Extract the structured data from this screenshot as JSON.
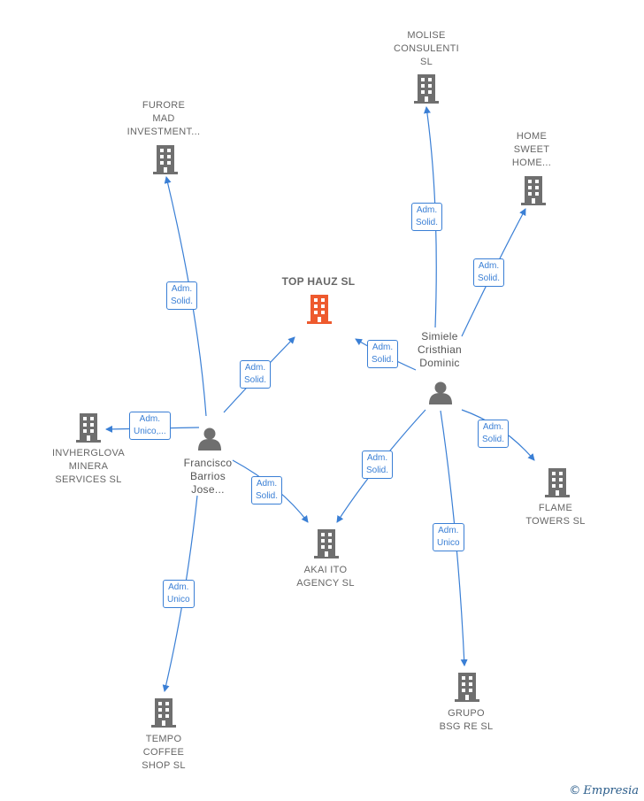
{
  "colors": {
    "edge": "#3a7fd5",
    "company": "#6f6f6f",
    "main_company": "#ee5a2e",
    "person": "#6f6f6f"
  },
  "nodes": {
    "top_hauz": {
      "label": "TOP HAUZ  SL"
    },
    "molise": {
      "label": "MOLISE\nCONSULENTI\nSL"
    },
    "furore": {
      "label": "FURORE\nMAD\nINVESTMENT..."
    },
    "home_sweet": {
      "label": "HOME\nSWEET\nHOME..."
    },
    "invherglova": {
      "label": "INVHERGLOVA\nMINERA\nSERVICES  SL"
    },
    "flame": {
      "label": "FLAME\nTOWERS  SL"
    },
    "akai": {
      "label": "AKAI ITO\nAGENCY  SL"
    },
    "grupo": {
      "label": "GRUPO\nBSG RE  SL"
    },
    "tempo": {
      "label": "TEMPO\nCOFFEE\nSHOP  SL"
    },
    "simiele": {
      "label": "Simiele\nCristhian\nDominic"
    },
    "francisco": {
      "label": "Francisco\nBarrios\nJose..."
    }
  },
  "edges": {
    "fran_furore": "Adm.\nSolid.",
    "fran_top": "Adm.\nSolid.",
    "fran_invh": "Adm.\nUnico,...",
    "fran_akai": "Adm.\nSolid.",
    "fran_tempo": "Adm.\nUnico",
    "sim_molise": "Adm.\nSolid.",
    "sim_home": "Adm.\nSolid.",
    "sim_top": "Adm.\nSolid.",
    "sim_flame": "Adm.\nSolid.",
    "sim_akai": "Adm.\nSolid.",
    "sim_grupo": "Adm.\nUnico"
  },
  "brand": {
    "symbol": "©",
    "name": "Empresia"
  }
}
